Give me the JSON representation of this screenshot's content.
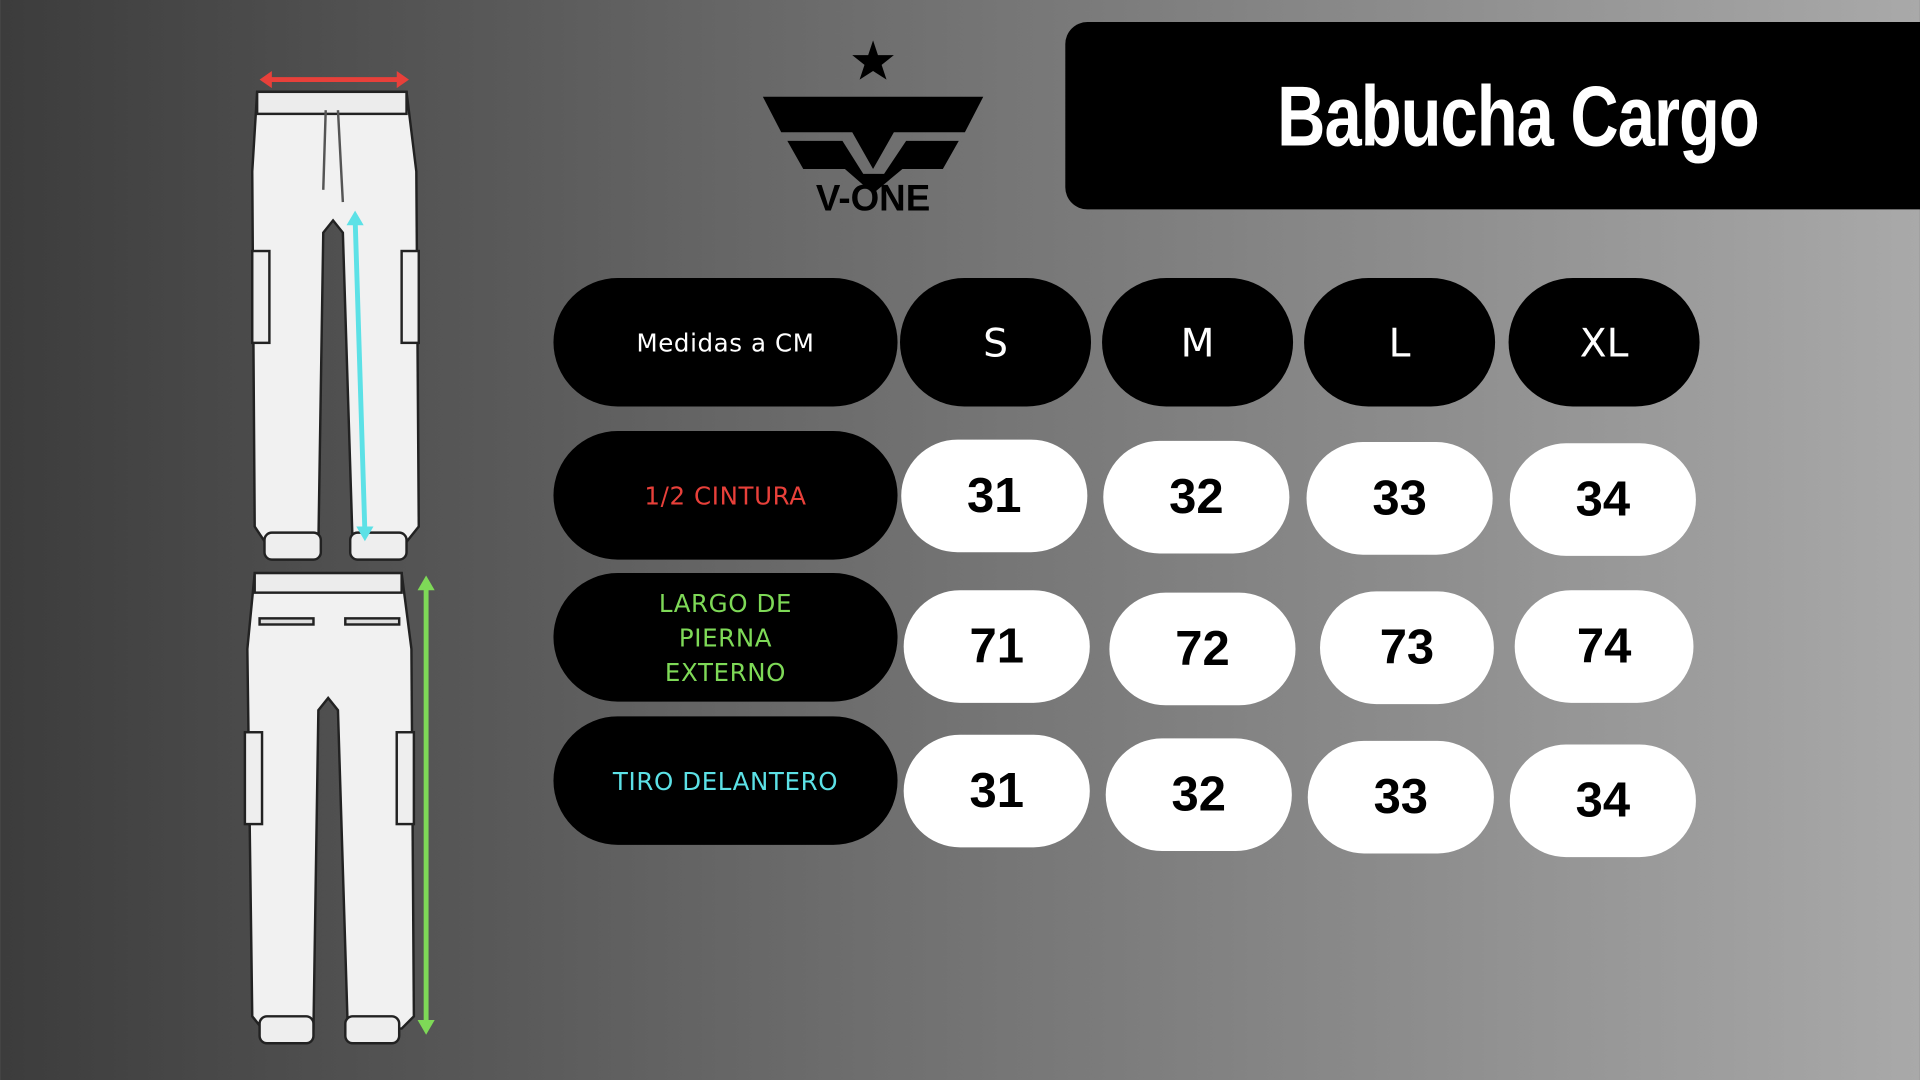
{
  "title": "Babucha Cargo",
  "brand": {
    "logo_text": "V-ONE"
  },
  "colors": {
    "waist": "#e8403a",
    "leg": "#7ed957",
    "rise": "#5ce1e6"
  },
  "table": {
    "header_label": "Medidas a CM",
    "sizes": [
      "S",
      "M",
      "L",
      "XL"
    ],
    "rows": [
      {
        "label": "1/2 CINTURA",
        "values": [
          "31",
          "32",
          "33",
          "34"
        ]
      },
      {
        "label": "LARGO DE PIERNA EXTERNO",
        "values": [
          "71",
          "72",
          "73",
          "74"
        ]
      },
      {
        "label": "TIRO DELANTERO",
        "values": [
          "31",
          "32",
          "33",
          "34"
        ]
      }
    ]
  }
}
